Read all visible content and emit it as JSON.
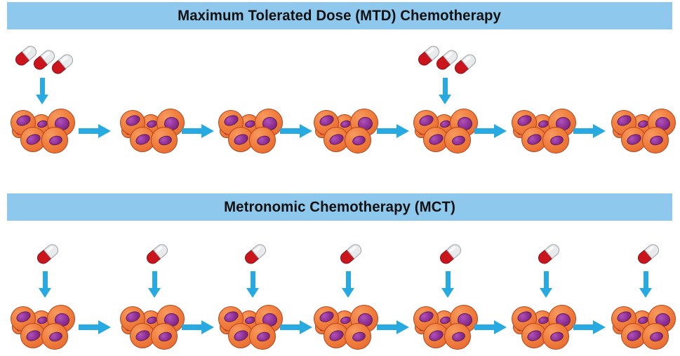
{
  "diagram": {
    "colors": {
      "banner_bg": "#8ec8ec",
      "arrow": "#27aae1",
      "cell_body": "#f0803f",
      "cell_outline": "#b9431a",
      "nucleus": "#8d2f93",
      "capsule_red": "#c9151b",
      "capsule_white": "#e8eaec",
      "title_text": "#111111",
      "page_bg": "#ffffff"
    },
    "rows": [
      {
        "id": "mtd",
        "banner_title": "Maximum Tolerated Dose (MTD) Chemotherapy",
        "dose_pattern": "high-dose-intermittent",
        "stage_count": 7,
        "doses": [
          {
            "stage_index": 0,
            "capsules": 3,
            "label": "high-dose"
          },
          {
            "stage_index": 4,
            "capsules": 3,
            "label": "high-dose"
          }
        ],
        "stages": [
          {
            "index": 0,
            "cells": 6,
            "note": "tumor cluster"
          },
          {
            "index": 1,
            "cells": 6,
            "note": "tumor cluster"
          },
          {
            "index": 2,
            "cells": 6,
            "note": "tumor cluster"
          },
          {
            "index": 3,
            "cells": 6,
            "note": "tumor cluster"
          },
          {
            "index": 4,
            "cells": 6,
            "note": "tumor cluster"
          },
          {
            "index": 5,
            "cells": 6,
            "note": "tumor cluster"
          },
          {
            "index": 6,
            "cells": 6,
            "note": "tumor cluster"
          }
        ],
        "arrows": 6
      },
      {
        "id": "mct",
        "banner_title": "Metronomic Chemotherapy (MCT)",
        "dose_pattern": "low-dose-continuous",
        "stage_count": 7,
        "doses": [
          {
            "stage_index": 0,
            "capsules": 1,
            "label": "low-dose"
          },
          {
            "stage_index": 1,
            "capsules": 1,
            "label": "low-dose"
          },
          {
            "stage_index": 2,
            "capsules": 1,
            "label": "low-dose"
          },
          {
            "stage_index": 3,
            "capsules": 1,
            "label": "low-dose"
          },
          {
            "stage_index": 4,
            "capsules": 1,
            "label": "low-dose"
          },
          {
            "stage_index": 5,
            "capsules": 1,
            "label": "low-dose"
          },
          {
            "stage_index": 6,
            "capsules": 1,
            "label": "low-dose"
          }
        ],
        "stages": [
          {
            "index": 0,
            "cells": 6,
            "note": "tumor cluster"
          },
          {
            "index": 1,
            "cells": 6,
            "note": "tumor cluster"
          },
          {
            "index": 2,
            "cells": 6,
            "note": "tumor cluster"
          },
          {
            "index": 3,
            "cells": 6,
            "note": "tumor cluster"
          },
          {
            "index": 4,
            "cells": 6,
            "note": "tumor cluster"
          },
          {
            "index": 5,
            "cells": 6,
            "note": "tumor cluster"
          },
          {
            "index": 6,
            "cells": 6,
            "note": "tumor cluster"
          }
        ],
        "arrows": 6
      }
    ]
  }
}
